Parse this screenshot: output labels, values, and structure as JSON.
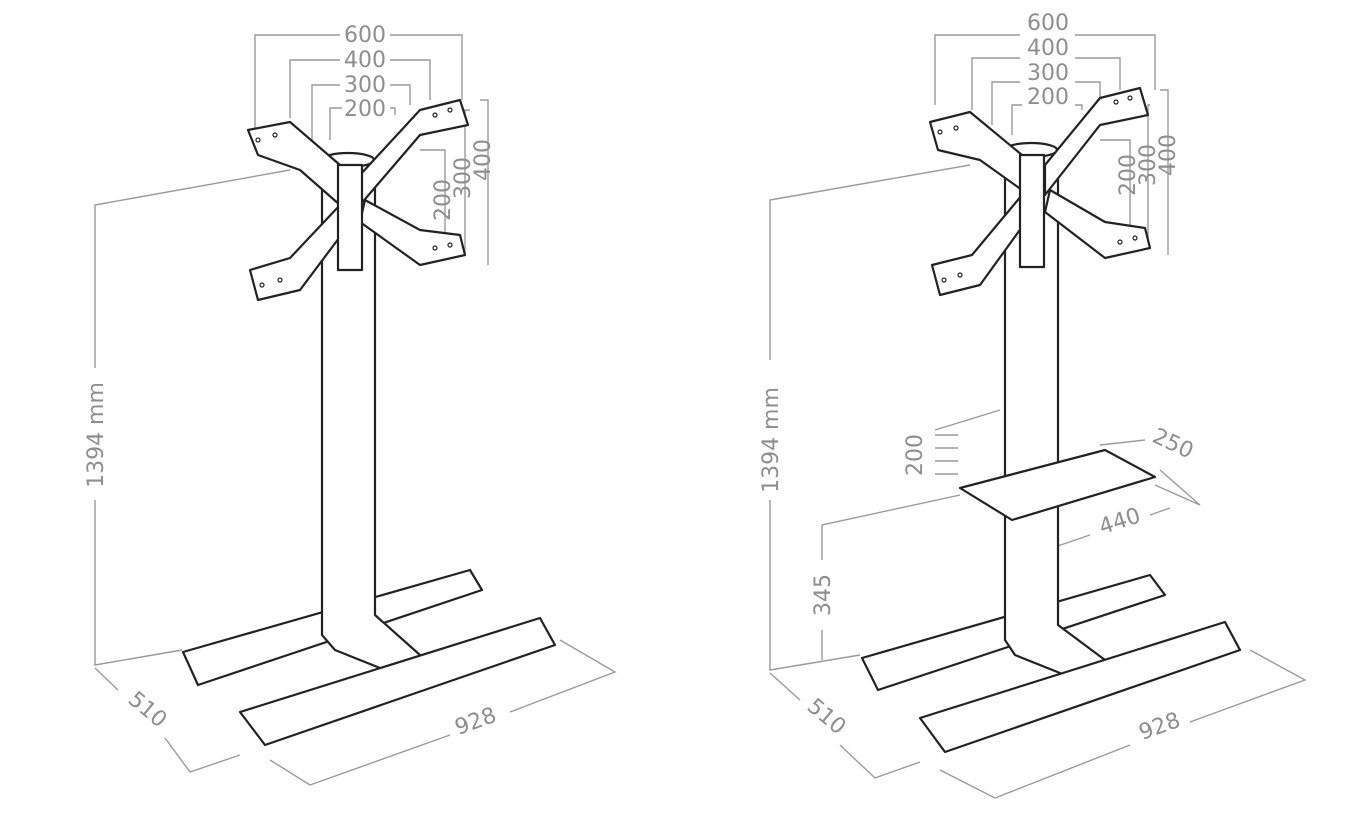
{
  "stand_basic": {
    "vesa_width": [
      "600",
      "400",
      "300",
      "200"
    ],
    "vesa_height": [
      "200",
      "300",
      "400"
    ],
    "height": "1394 mm",
    "depth": "510",
    "width": "928"
  },
  "stand_with_shelf": {
    "vesa_width": [
      "600",
      "400",
      "300",
      "200"
    ],
    "vesa_height": [
      "200",
      "300",
      "400"
    ],
    "height": "1394 mm",
    "shelf_adjust": "200",
    "shelf_depth": "250",
    "shelf_width": "440",
    "shelf_height": "345",
    "depth": "510",
    "width": "928"
  }
}
